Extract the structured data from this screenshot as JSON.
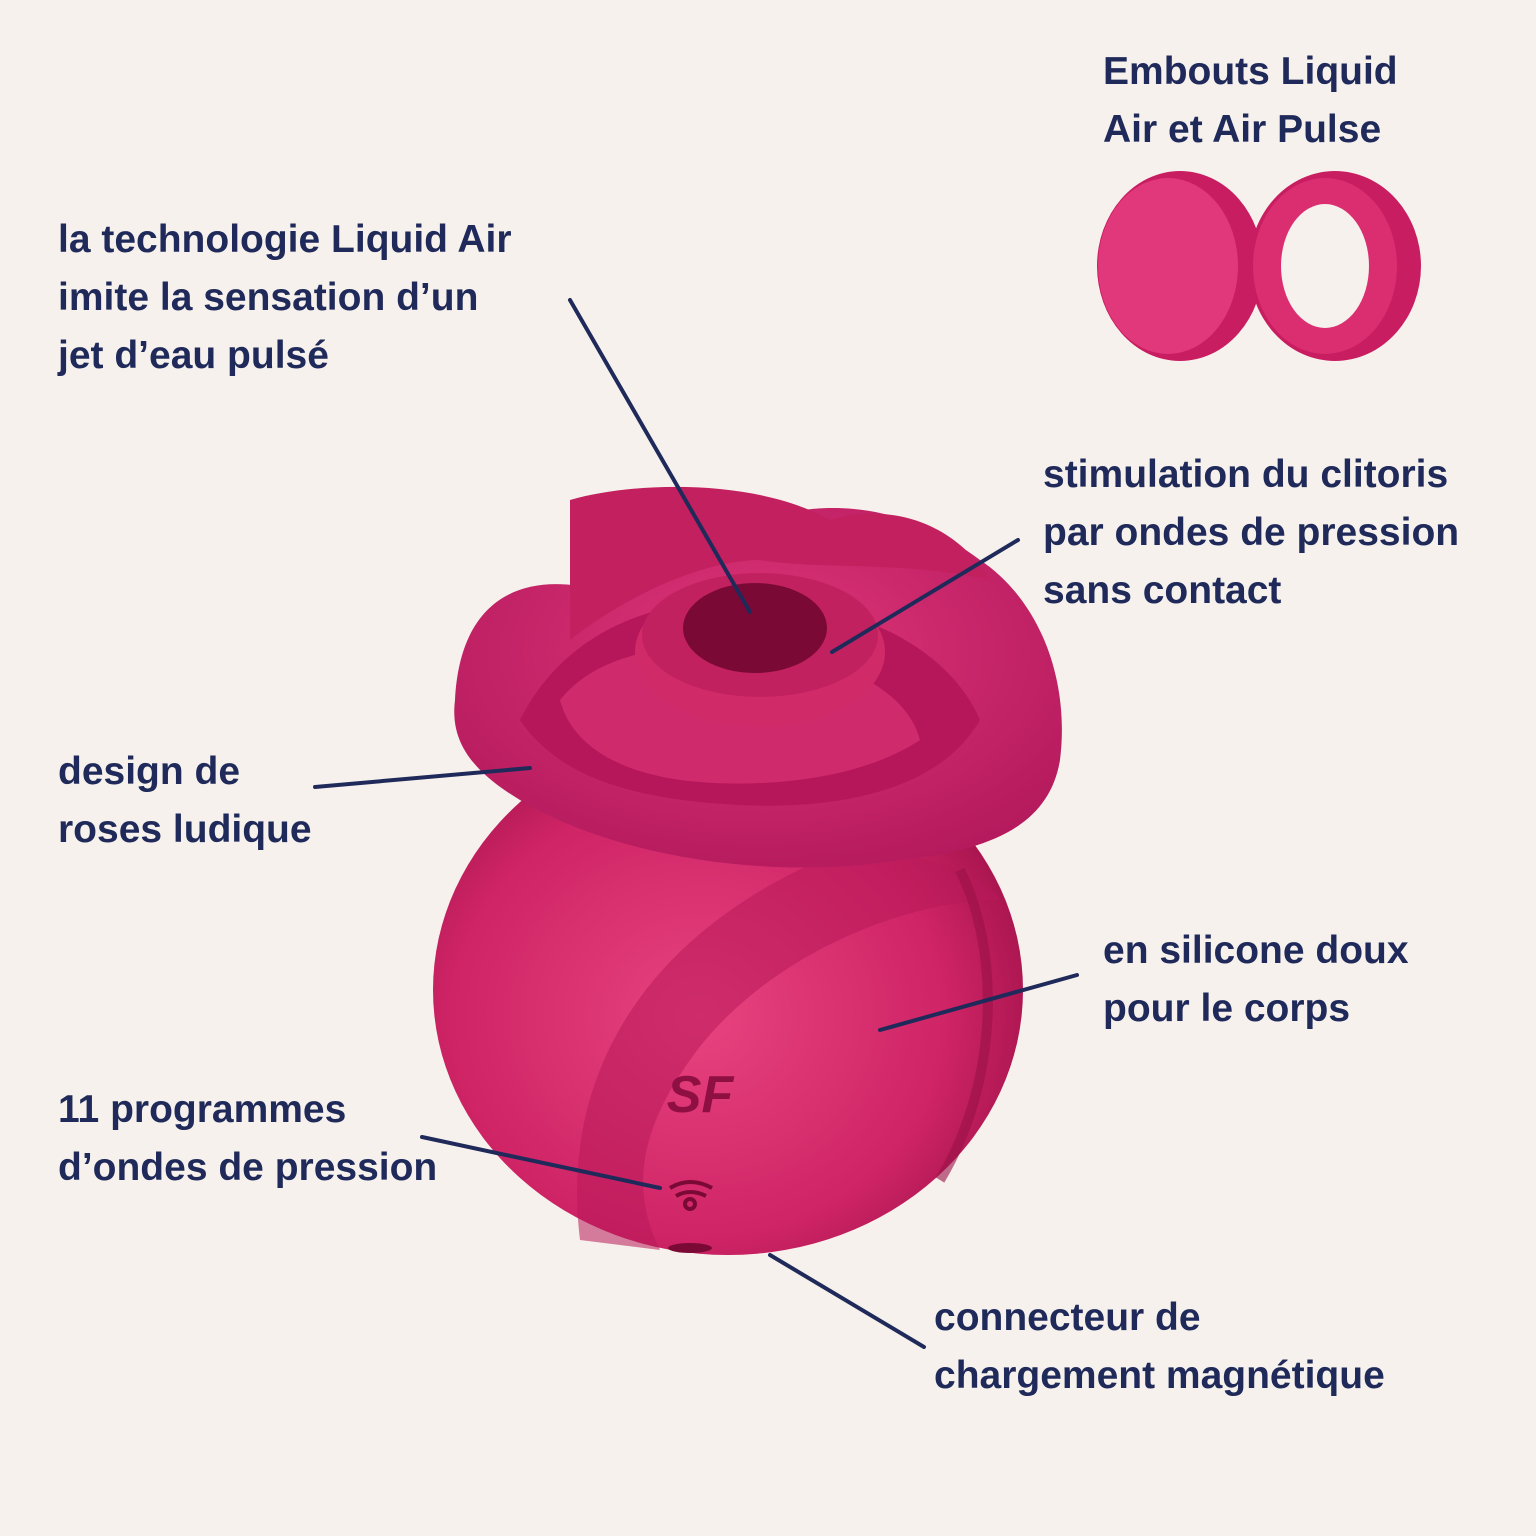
{
  "colors": {
    "background": "#f6f1ec",
    "text": "#1f2a5a",
    "product": "#d42a6c",
    "product_dark": "#a0134a"
  },
  "labels": {
    "tips": [
      "Embouts Liquid",
      "Air et Air Pulse"
    ],
    "liquid_air": [
      "la technologie Liquid Air",
      "imite la sensation d’un",
      "jet d’eau pulsé"
    ],
    "stimulation": [
      "stimulation du clitoris",
      "par ondes de pression",
      "sans contact"
    ],
    "design": [
      "design de",
      "roses ludique"
    ],
    "silicone": [
      "en silicone doux",
      "pour le corps"
    ],
    "programs": [
      "11 programmes",
      "d’ondes de pression"
    ],
    "charging": [
      "connecteur de",
      "chargement magnétique"
    ]
  },
  "product": {
    "logo": "SF"
  }
}
